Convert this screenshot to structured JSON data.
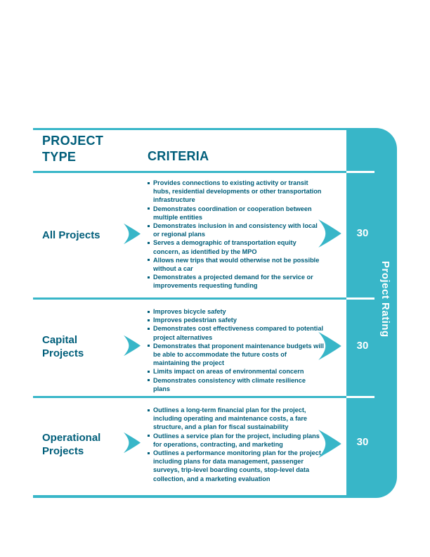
{
  "colors": {
    "accent_teal": "#38b6c8",
    "dark_teal_text": "#005e7a",
    "rating_text": "#ffffff",
    "page_background": "#ffffff"
  },
  "header": {
    "project_type": "PROJECT TYPE",
    "criteria": "CRITERIA"
  },
  "sidebar": {
    "label": "Project Rating"
  },
  "rows": [
    {
      "project_type": "All Projects",
      "rating": "30",
      "criteria": [
        "Provides connections to existing activity or transit hubs, residential developments or other transportation infrastructure",
        "Demonstrates coordination or cooperation between multiple entities",
        "Demonstrates inclusion in and consistency with local or regional plans",
        "Serves a demographic of transportation equity concern, as identified by the MPO",
        "Allows new trips that would otherwise not be possible without a car",
        "Demonstrates a projected demand for the service or improvements requesting funding"
      ]
    },
    {
      "project_type": "Capital Projects",
      "rating": "30",
      "criteria": [
        "Improves bicycle safety",
        "Improves pedestrian safety",
        "Demonstrates cost effectiveness compared to potential project alternatives",
        "Demonstrates that proponent maintenance budgets will be able to accommodate the future costs of maintaining the project",
        "Limits impact on areas of environmental concern",
        "Demonstrates consistency with climate resilience plans"
      ]
    },
    {
      "project_type": "Operational Projects",
      "rating": "30",
      "criteria": [
        "Outlines a long-term financial plan for the project, including operating and maintenance costs, a fare structure, and a plan for fiscal sustainability",
        "Outlines a service plan for the project, including plans for operations, contracting, and marketing",
        "Outlines a performance monitoring plan for the project, including plans for data management, passenger surveys, trip-level boarding counts, stop-level data collection, and a marketing evaluation"
      ]
    }
  ]
}
